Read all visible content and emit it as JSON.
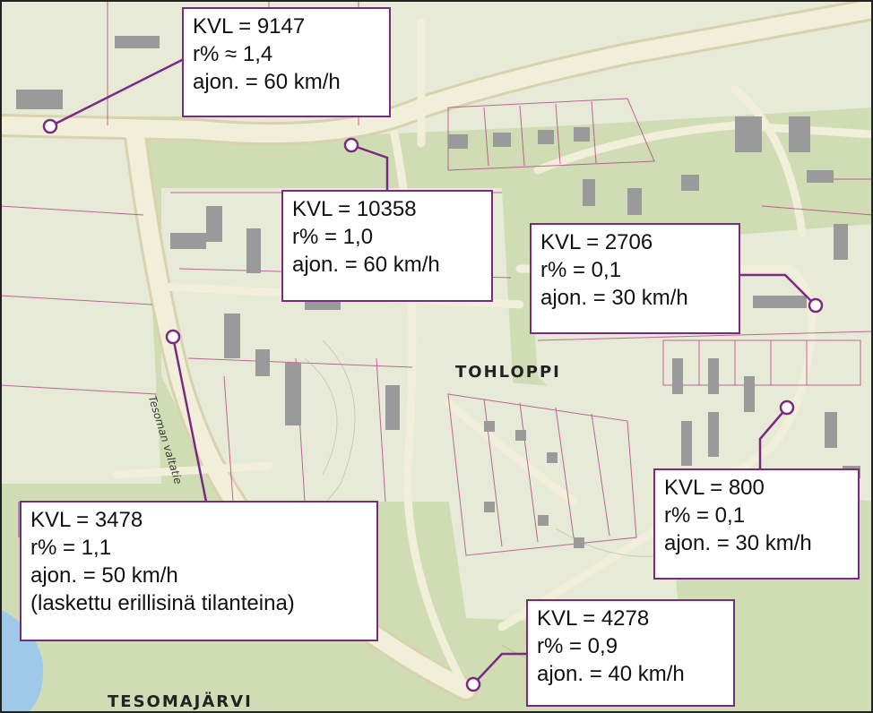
{
  "map": {
    "area_labels": {
      "tohloppi": "TOHLOPPI",
      "tesomajarvi": "TESOMAJÄRVI"
    },
    "road_labels": {
      "tesoman_valtatie": "Tesoman valtatie"
    },
    "colors": {
      "callout_border": "#7b2a82",
      "forest_fill": "#cfdcb4",
      "road_fill": "#f1efd9",
      "plot_line": "#a8307a",
      "water": "#9ec9e8",
      "building": "#9a9a9a"
    }
  },
  "callouts": [
    {
      "id": "1",
      "kvl": "KVL = 9147",
      "r": "r% ≈ 1,4",
      "speed": "ajon. = 60 km/h"
    },
    {
      "id": "2",
      "kvl": "KVL = 10358",
      "r": "r% = 1,0",
      "speed": "ajon. = 60 km/h"
    },
    {
      "id": "3",
      "kvl": "KVL = 2706",
      "r": "r% = 0,1",
      "speed": "ajon. = 30 km/h"
    },
    {
      "id": "4",
      "kvl": "KVL = 800",
      "r": "r% = 0,1",
      "speed": "ajon. = 30 km/h"
    },
    {
      "id": "5",
      "kvl": "KVL = 3478",
      "r": "r% = 1,1",
      "speed": "ajon. = 50 km/h",
      "note": "(laskettu erillisinä tilanteina)"
    },
    {
      "id": "6",
      "kvl": "KVL = 4278",
      "r": "r% = 0,9",
      "speed": "ajon. = 40 km/h"
    }
  ]
}
